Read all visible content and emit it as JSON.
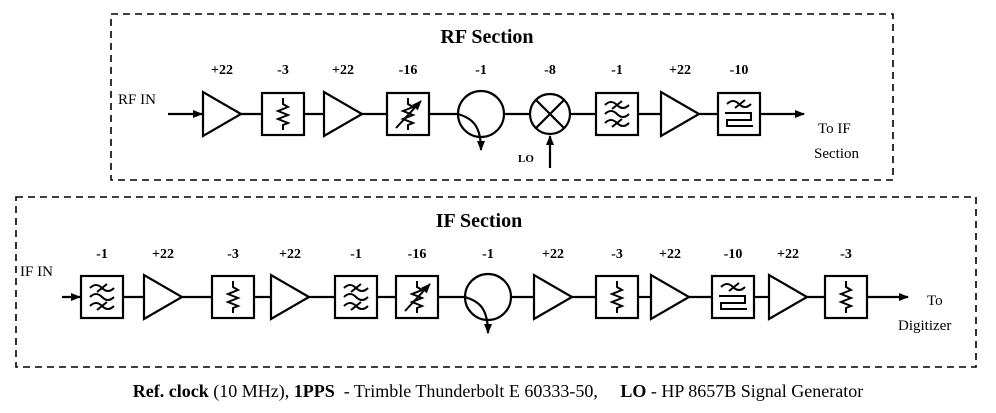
{
  "rf_section": {
    "title": "RF Section",
    "input_label": "RF IN",
    "output_label_line1": "To IF",
    "output_label_line2": "Section",
    "lo_label": "LO",
    "chain": [
      {
        "type": "amplifier",
        "gain": "+22"
      },
      {
        "type": "attenuator",
        "gain": "-3"
      },
      {
        "type": "amplifier",
        "gain": "+22"
      },
      {
        "type": "variable-attenuator",
        "gain": "-16"
      },
      {
        "type": "coupler",
        "gain": "-1"
      },
      {
        "type": "mixer",
        "gain": "-8"
      },
      {
        "type": "bandpass-filter",
        "gain": "-1"
      },
      {
        "type": "amplifier",
        "gain": "+22"
      },
      {
        "type": "lowpass-filter",
        "gain": "-10"
      }
    ]
  },
  "if_section": {
    "title": "IF Section",
    "input_label": "IF IN",
    "output_label_line1": "To",
    "output_label_line2": "Digitizer",
    "chain": [
      {
        "type": "bandpass-filter",
        "gain": "-1"
      },
      {
        "type": "amplifier",
        "gain": "+22"
      },
      {
        "type": "attenuator",
        "gain": "-3"
      },
      {
        "type": "amplifier",
        "gain": "+22"
      },
      {
        "type": "bandpass-filter",
        "gain": "-1"
      },
      {
        "type": "variable-attenuator",
        "gain": "-16"
      },
      {
        "type": "coupler",
        "gain": "-1"
      },
      {
        "type": "amplifier",
        "gain": "+22"
      },
      {
        "type": "attenuator",
        "gain": "-3"
      },
      {
        "type": "amplifier",
        "gain": "+22"
      },
      {
        "type": "lowpass-filter",
        "gain": "-10"
      },
      {
        "type": "amplifier",
        "gain": "+22"
      },
      {
        "type": "attenuator",
        "gain": "-3"
      }
    ]
  },
  "caption": {
    "ref_clock_label": "Ref. clock",
    "ref_clock_freq": " (10 MHz), ",
    "pps_label": "1PPS",
    "pps_source": "  - Trimble Thunderbolt E 60333-50,     ",
    "lo_label": "LO",
    "lo_source": " - HP 8657B Signal Generator"
  }
}
